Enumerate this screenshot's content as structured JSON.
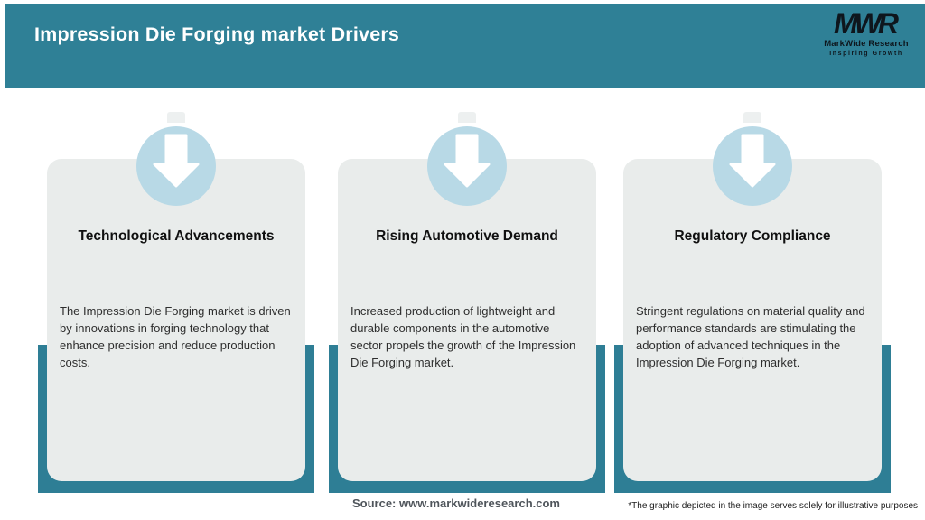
{
  "header": {
    "title": "Impression Die Forging market Drivers",
    "logo": {
      "mark": "MWR",
      "name": "MarkWide Research",
      "tagline": "Inspiring Growth"
    }
  },
  "cards": [
    {
      "icon": "down-arrow-icon",
      "title": "Technological Advancements",
      "description": "The Impression Die Forging market is driven by innovations in forging technology that enhance precision and reduce production costs."
    },
    {
      "icon": "down-arrow-icon",
      "title": "Rising Automotive Demand",
      "description": "Increased production of lightweight and durable components in the automotive sector propels the growth of the Impression Die Forging market."
    },
    {
      "icon": "down-arrow-icon",
      "title": "Regulatory Compliance",
      "description": "Stringent regulations on material quality and performance standards are stimulating the adoption of advanced techniques in the Impression Die Forging market."
    }
  ],
  "footer": {
    "source": "Source: www.markwideresearch.com",
    "disclaimer": "*The graphic depicted in the image serves solely for illustrative purposes"
  },
  "colors": {
    "header_teal": "#2f8096",
    "backing_teal": "#2e7e95",
    "icon_blue": "#b8d9e6",
    "card_background": "#e9eceb",
    "title_white": "#ffffff",
    "logo_ink": "#0e161d",
    "source_gray": "#4f555b"
  }
}
